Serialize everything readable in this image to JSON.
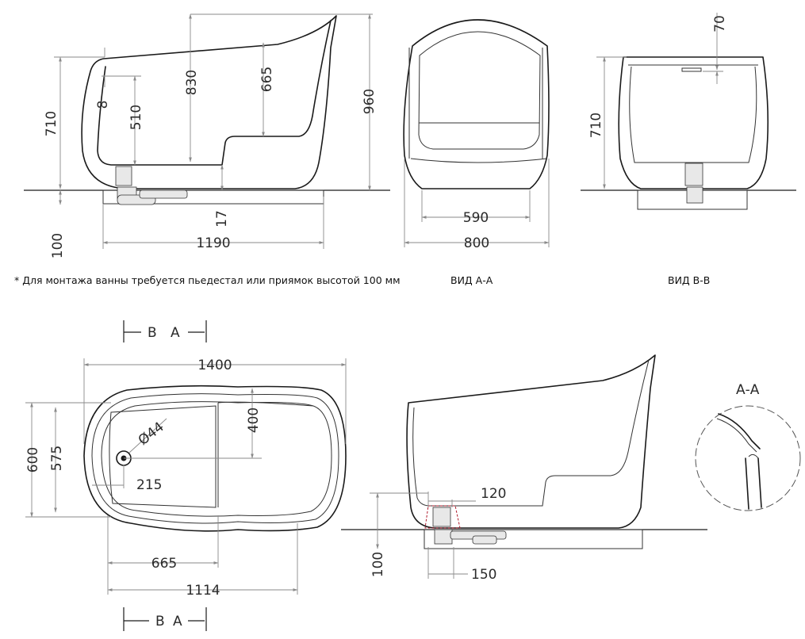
{
  "note": "* Для монтажа ванны требуется пьедестал или приямок высотой 100 мм",
  "views": {
    "view_a": "ВИД А-А",
    "view_b": "ВИД В-В",
    "detail": "А-А"
  },
  "section_marks": {
    "b": "В",
    "a": "А"
  },
  "dims": {
    "side_710": "710",
    "side_8": "8",
    "side_510": "510",
    "side_830": "830",
    "side_665": "665",
    "side_960": "960",
    "side_17": "17",
    "side_100": "100",
    "side_1190": "1190",
    "front_590": "590",
    "front_800": "800",
    "back_70": "70",
    "back_710": "710",
    "top_1400": "1400",
    "top_600": "600",
    "top_575": "575",
    "top_400": "400",
    "top_d44": "Ø44",
    "top_215": "215",
    "top_665": "665",
    "top_1114": "1114",
    "sec_120": "120",
    "sec_100": "100",
    "sec_150": "150"
  }
}
